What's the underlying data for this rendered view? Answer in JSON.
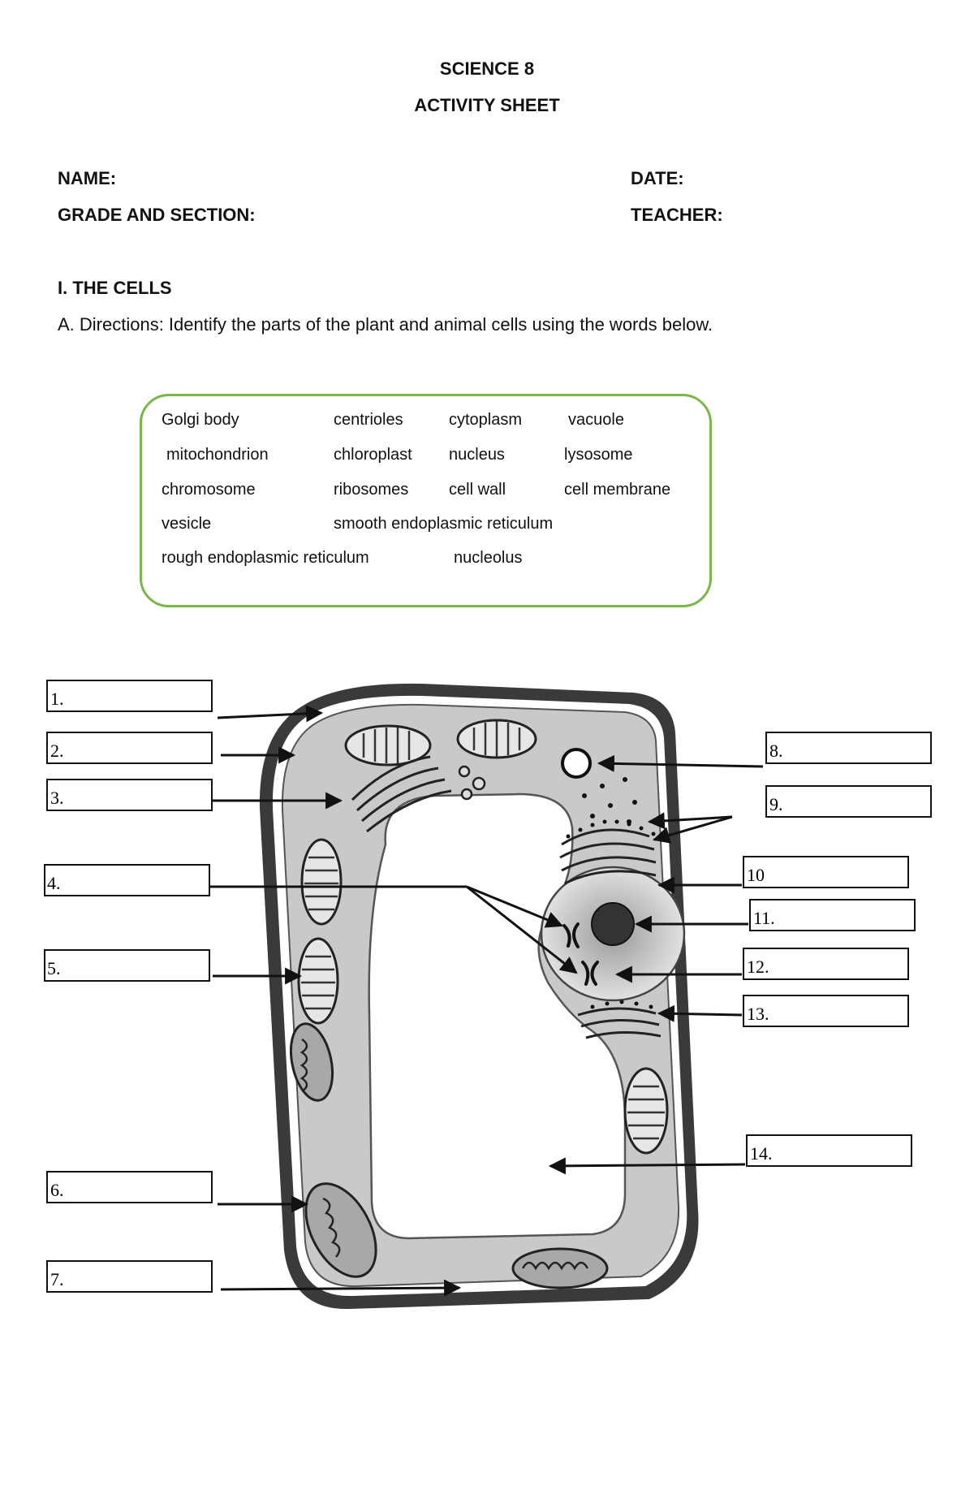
{
  "header": {
    "title": "SCIENCE 8",
    "subtitle": "ACTIVITY SHEET",
    "name_label": "NAME:",
    "date_label": "DATE:",
    "grade_label": "GRADE AND SECTION:",
    "teacher_label": "TEACHER:"
  },
  "section": {
    "heading": "I. THE CELLS",
    "directions": "A. Directions: Identify the parts of the plant and animal cells using the words below."
  },
  "word_bank": [
    "Golgi body",
    "centrioles",
    "cytoplasm",
    "vacuole",
    "mitochondrion",
    "chloroplast",
    "nucleus",
    "lysosome",
    "chromosome",
    "ribosomes",
    "cell wall",
    "cell membrane",
    "vesicle",
    "smooth endoplasmic reticulum",
    "rough endoplasmic reticulum",
    "nucleolus"
  ],
  "answer_labels": [
    "1.",
    "2.",
    "3.",
    "4.",
    "5.",
    "6.",
    "7.",
    "8.",
    "9.",
    "10",
    "11.",
    "12.",
    "13.",
    "14."
  ],
  "colors": {
    "word_bank_border": "#7ab648",
    "cytoplasm": "#c9c9c9",
    "cell_wall": "#3a3a3a"
  }
}
